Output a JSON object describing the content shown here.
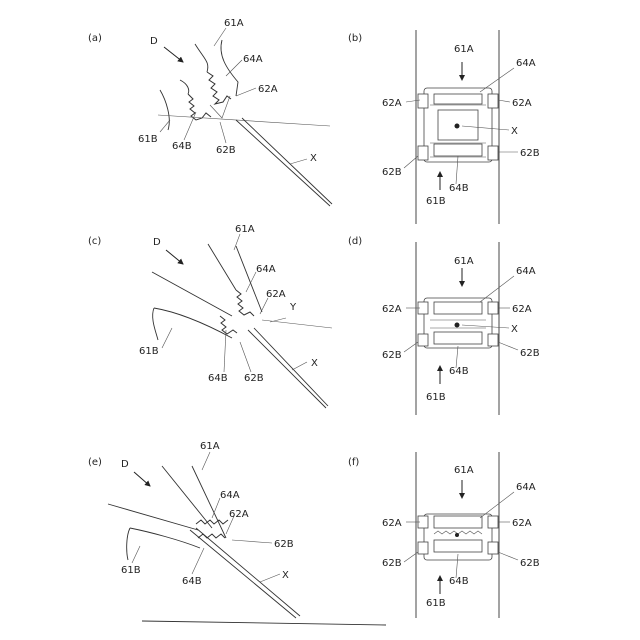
{
  "panels": {
    "a": {
      "tag": "(a)",
      "labels": {
        "direction": "D",
        "jaw_upper": "61A",
        "teeth_upper": "64A",
        "tip_upper": "62A",
        "jaw_lower": "61B",
        "teeth_lower": "64B",
        "tip_lower": "62B",
        "needle": "X"
      }
    },
    "b": {
      "tag": "(b)",
      "labels": {
        "jaw_upper": "61A",
        "teeth_upper": "64A",
        "tip_upper_left": "62A",
        "tip_upper_right": "62A",
        "needle": "X",
        "tip_lower_left": "62B",
        "tip_lower_right": "62B",
        "teeth_lower": "64B",
        "jaw_lower": "61B"
      }
    },
    "c": {
      "tag": "(c)",
      "labels": {
        "direction": "D",
        "jaw_upper": "61A",
        "teeth_upper": "64A",
        "tip_upper": "62A",
        "thread": "Y",
        "jaw_lower": "61B",
        "teeth_lower": "64B",
        "tip_lower": "62B",
        "needle": "X"
      }
    },
    "d": {
      "tag": "(d)",
      "labels": {
        "jaw_upper": "61A",
        "teeth_upper": "64A",
        "tip_upper_left": "62A",
        "tip_upper_right": "62A",
        "needle": "X",
        "tip_lower_left": "62B",
        "tip_lower_right": "62B",
        "teeth_lower": "64B",
        "jaw_lower": "61B"
      }
    },
    "e": {
      "tag": "(e)",
      "labels": {
        "direction": "D",
        "jaw_upper": "61A",
        "teeth_upper": "64A",
        "tip_upper": "62A",
        "tip_lower": "62B",
        "jaw_lower": "61B",
        "teeth_lower": "64B",
        "needle": "X"
      }
    },
    "f": {
      "tag": "(f)",
      "labels": {
        "jaw_upper": "61A",
        "teeth_upper": "64A",
        "tip_upper_left": "62A",
        "tip_upper_right": "62A",
        "tip_lower_left": "62B",
        "tip_lower_right": "62B",
        "teeth_lower": "64B",
        "jaw_lower": "61B"
      }
    }
  }
}
